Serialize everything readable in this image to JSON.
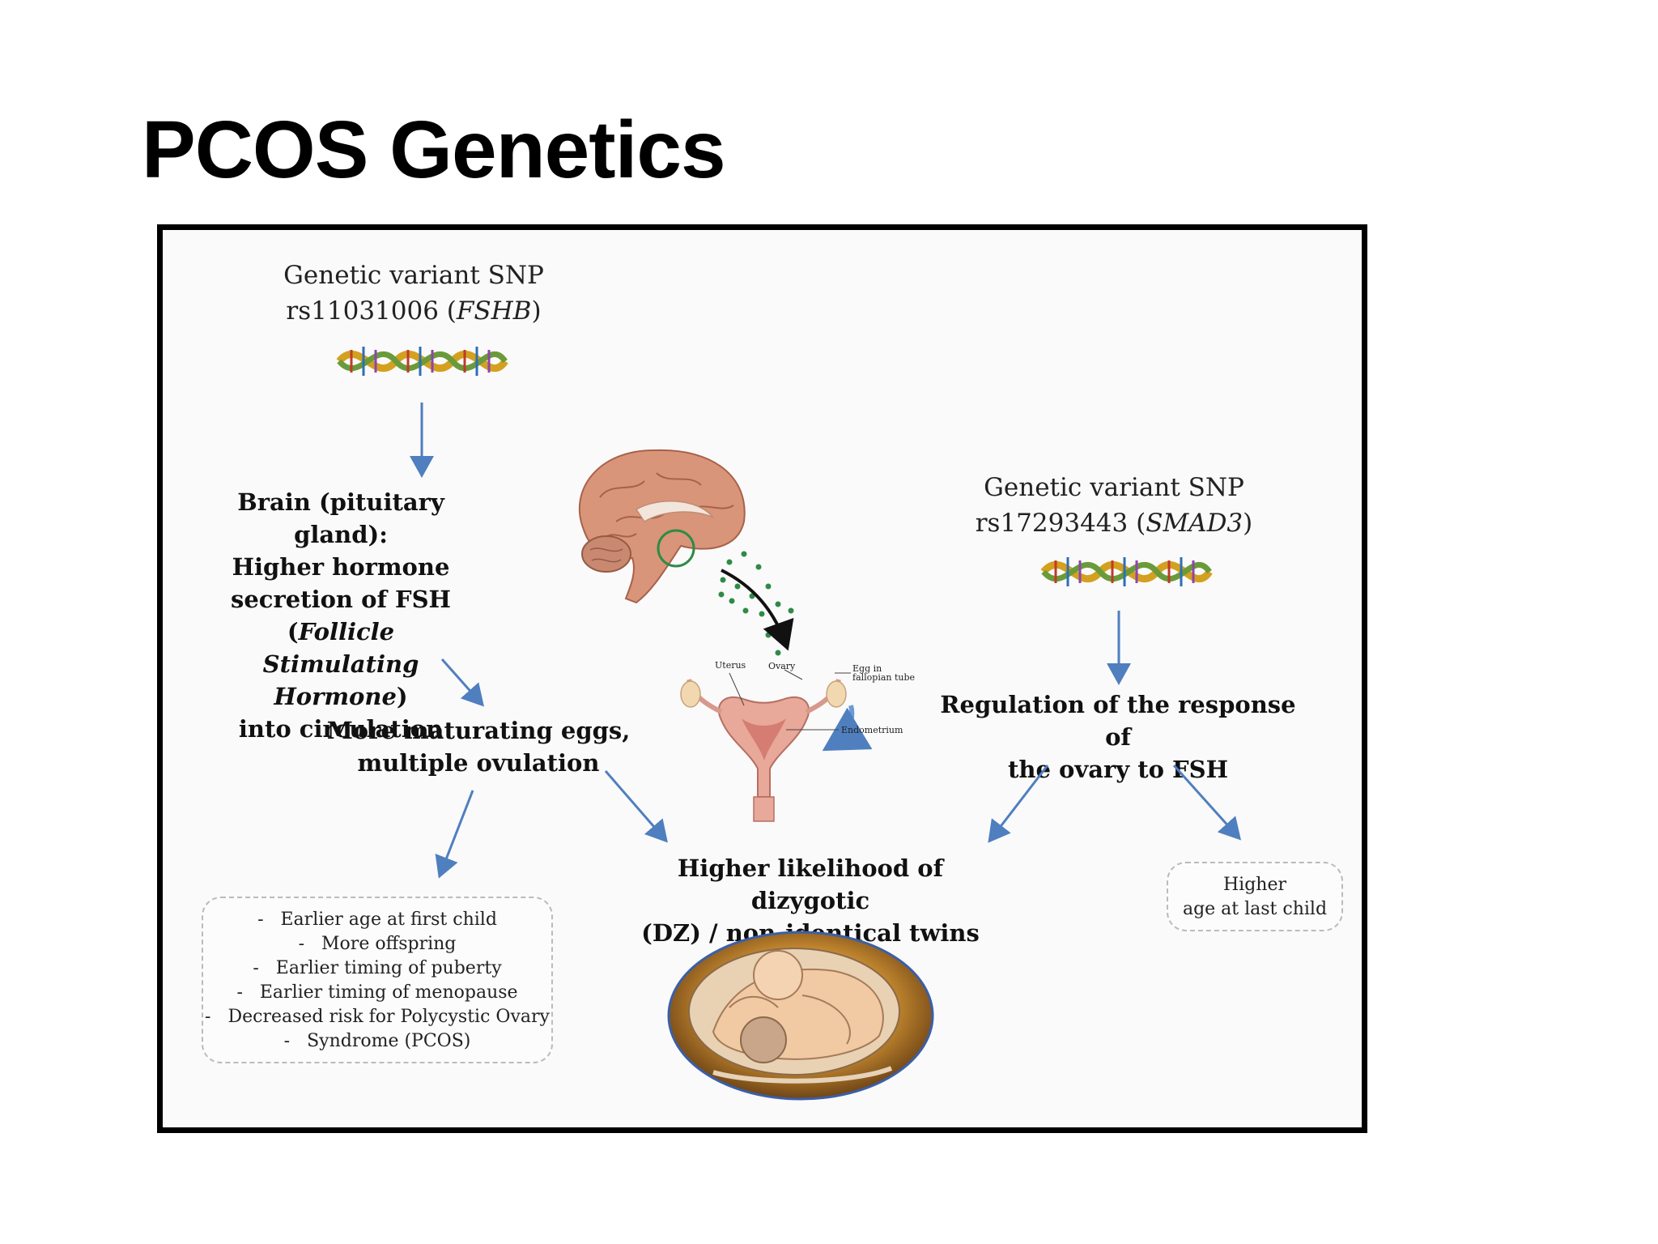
{
  "slide": {
    "title": "PCOS Genetics"
  },
  "diagram": {
    "snp1": {
      "line1": "Genetic variant SNP",
      "line2_prefix": "rs11031006 (",
      "gene": "FSHB",
      "line2_suffix": ")"
    },
    "brain": {
      "line1": "Brain (pituitary gland):",
      "line2": "Higher hormone",
      "line3_prefix": "secretion of FSH (",
      "line3_italic": "Follicle",
      "line4_italic": "Stimulating Hormone",
      "line4_suffix": ")",
      "line5": "into circulation"
    },
    "eggs": {
      "line1": "More maturating eggs,",
      "line2": "multiple ovulation"
    },
    "snp2": {
      "line1": "Genetic variant SNP",
      "line2_prefix": "rs17293443 (",
      "gene": "SMAD3",
      "line2_suffix": ")"
    },
    "regulation": {
      "line1": "Regulation of the response of",
      "line2": "the ovary to FSH"
    },
    "twins": {
      "line1": "Higher likelihood of dizygotic",
      "line2": "(DZ) / non-identical twins"
    },
    "outcomes_left": [
      "Earlier age at first child",
      "More offspring",
      "Earlier timing of puberty",
      "Earlier timing of menopause",
      "Decreased risk for Polycystic Ovary",
      "Syndrome (PCOS)"
    ],
    "outcomes_right": {
      "line1": "Higher",
      "line2": "age at last child"
    },
    "anatomy_labels": {
      "uterus": "Uterus",
      "ovary": "Ovary",
      "egg_line1": "Egg in",
      "egg_line2": "fallopian tube",
      "endometrium": "Endometrium"
    }
  },
  "colors": {
    "arrow": "#4f7fbf",
    "frame": "#000000",
    "brain": "#d99579",
    "uterus": "#e8a89a",
    "fsh_dots": "#2e8b47"
  }
}
